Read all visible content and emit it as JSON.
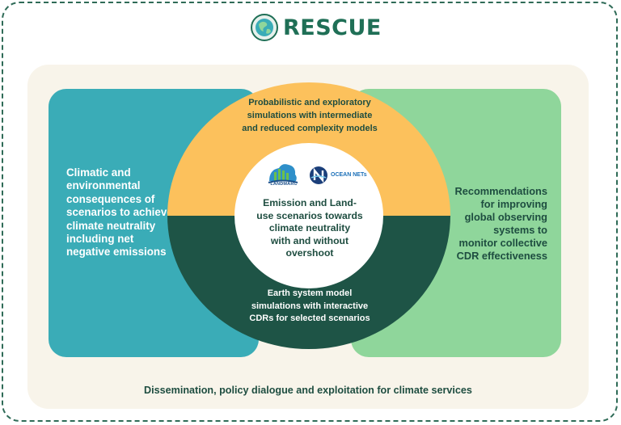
{
  "header": {
    "logo_text": "RESCUE",
    "logo_icon": "globe-icon"
  },
  "colors": {
    "frame": "#2f6b57",
    "panel": "#f8f4ea",
    "left_box": "#3aacb7",
    "right_box": "#8fd69b",
    "ring_top": "#fcc15c",
    "ring_bottom": "#1e5446",
    "center": "#ffffff",
    "text_dark": "#1e4d40"
  },
  "left_box": {
    "text": "Climatic and\nenvironmental\nconsequences of\nscenarios to achieve\nclimate neutrality\nincluding net\nnegative emissions"
  },
  "right_box": {
    "text": "Recommendations\nfor improving\nglobal observing\nsystems to\nmonitor collective\nCDR effectiveness"
  },
  "ring": {
    "top_text": "Probabilistic and exploratory\nsimulations with intermediate\nand reduced complexity models",
    "bottom_text": "Earth system model\nsimulations with interactive\nCDRs for selected scenarios"
  },
  "center": {
    "logos": [
      "LANDMARC",
      "OCEAN NETs"
    ],
    "text": "Emission and Land-\nuse scenarios towards\nclimate neutrality\nwith and without\novershoot"
  },
  "footer": {
    "text": "Dissemination, policy dialogue and exploitation for climate services"
  }
}
